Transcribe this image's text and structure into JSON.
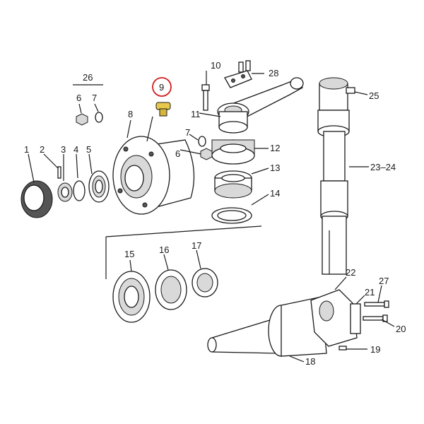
{
  "diagram": {
    "highlight_color": "#d21f1f",
    "highlighted_part": "9",
    "labels": {
      "p1": "1",
      "p2": "2",
      "p3": "3",
      "p4": "4",
      "p5": "5",
      "p6a": "6",
      "p6b": "6",
      "p7a": "7",
      "p7b": "7",
      "p8": "8",
      "p9": "9",
      "p10": "10",
      "p11": "11",
      "p12": "12",
      "p13": "13",
      "p14": "14",
      "p15": "15",
      "p16": "16",
      "p17": "17",
      "p18": "18",
      "p19": "19",
      "p20": "20",
      "p21": "21",
      "p22": "22",
      "p2324": "23–24",
      "p25": "25",
      "p26": "26",
      "p27": "27",
      "p28": "28"
    }
  }
}
